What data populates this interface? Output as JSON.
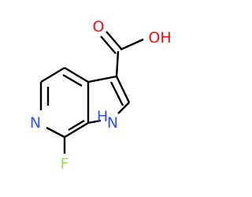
{
  "molecule": {
    "atoms": {
      "oh": {
        "text": "OH",
        "color": "#ff0d0d"
      },
      "o_carbonyl": {
        "text": "O",
        "color": "#ff0d0d"
      },
      "n_pyridine": {
        "text": "N",
        "color": "#3050f8"
      },
      "n_pyrrole": {
        "text": "N",
        "color": "#3050f8"
      },
      "h_pyrrole": {
        "text": "H",
        "color": "#3050f8"
      },
      "f": {
        "text": "F",
        "color": "#90e050"
      }
    }
  }
}
